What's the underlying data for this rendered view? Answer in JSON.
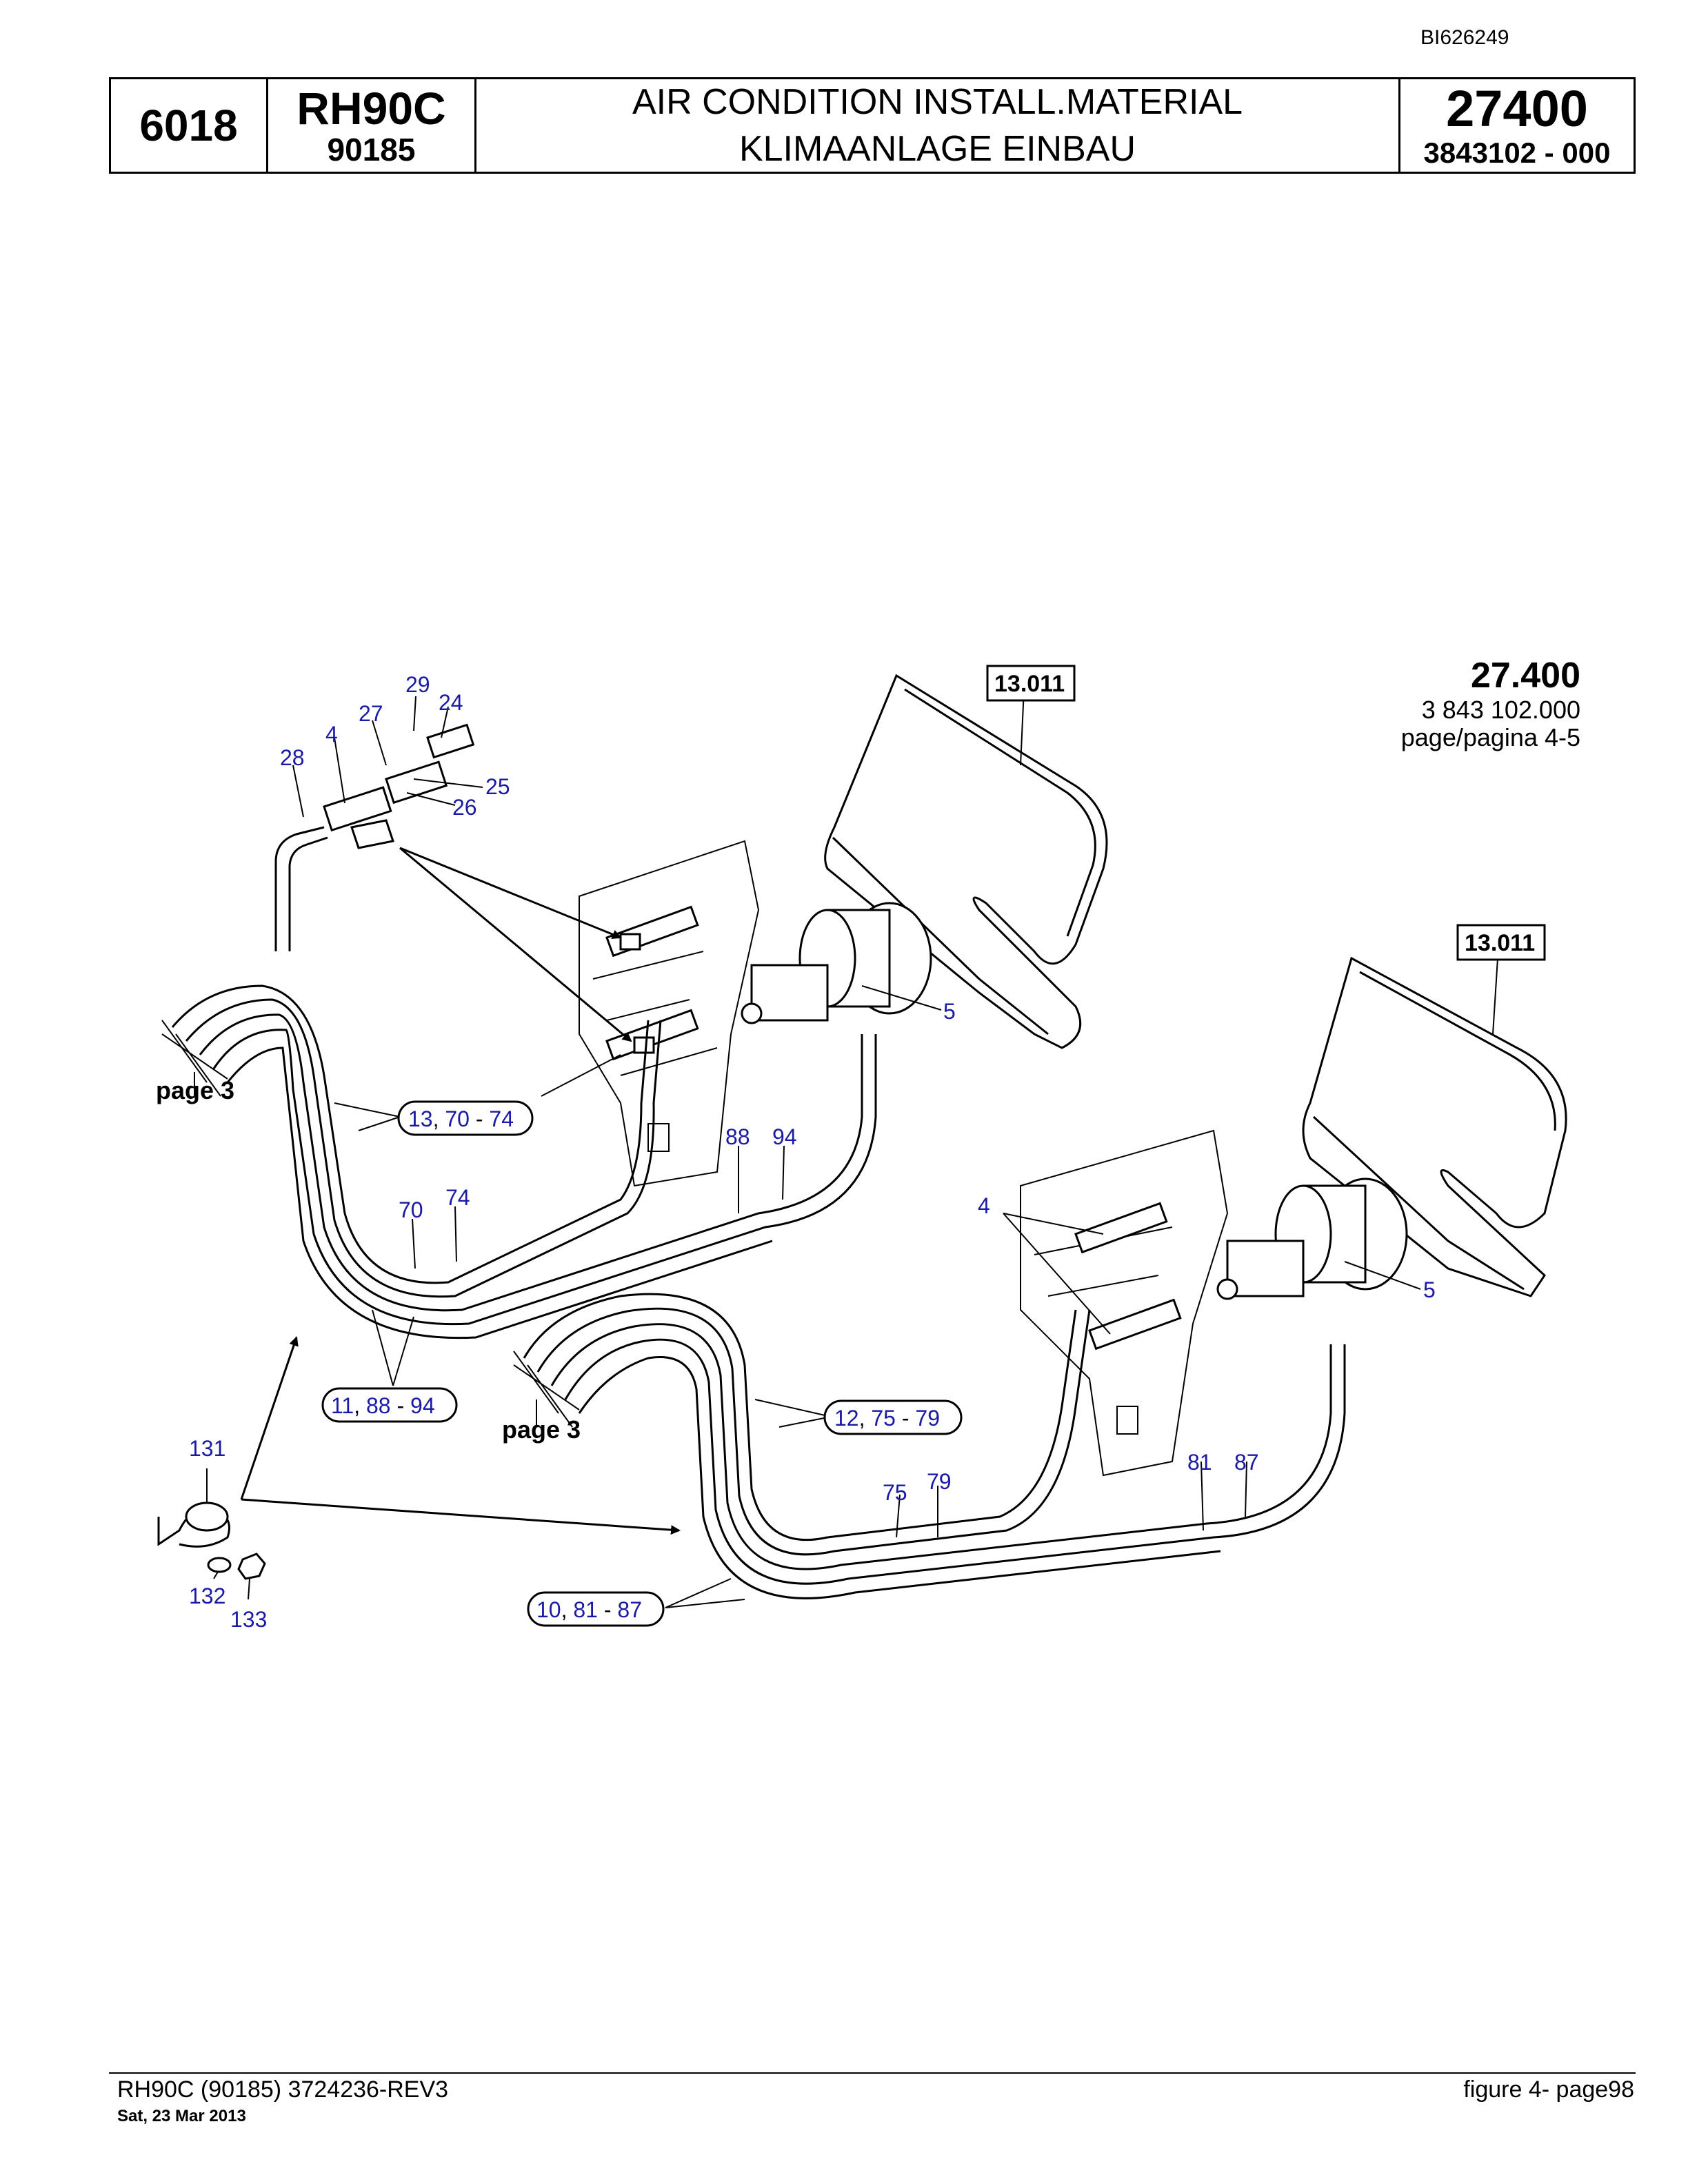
{
  "doc_id": "BI626249",
  "header": {
    "group": "6018",
    "model": "RH90C",
    "model_code": "90185",
    "title_en": "AIR CONDITION INSTALL.MATERIAL",
    "title_de": "KLIMAANLAGE EINBAU",
    "section": "27400",
    "part_no": "3843102 - 000"
  },
  "reference": {
    "section": "27.400",
    "number": "3 843 102.000",
    "page": "page/pagina 4-5"
  },
  "callouts": {
    "c29": "29",
    "c24": "24",
    "c27": "27",
    "c4a": "4",
    "c28": "28",
    "c25": "25",
    "c26": "26",
    "c5a": "5",
    "c88": "88",
    "c94": "94",
    "c70": "70",
    "c74": "74",
    "c4b": "4",
    "c5b": "5",
    "c81": "81",
    "c87": "87",
    "c75": "75",
    "c79": "79",
    "c131": "131",
    "c132": "132",
    "c133": "133"
  },
  "boxed_refs": {
    "upper": "13.011",
    "lower": "13.011"
  },
  "groups": {
    "g1": {
      "a": "13",
      "b": "70",
      "c": "74"
    },
    "g2": {
      "a": "11",
      "b": "88",
      "c": "94"
    },
    "g3": {
      "a": "12",
      "b": "75",
      "c": "79"
    },
    "g4": {
      "a": "10",
      "b": "81",
      "c": "87"
    }
  },
  "page_refs": {
    "left": "page 3",
    "right": "page 3"
  },
  "footer": {
    "doc": "RH90C (90185) 3724236-REV3",
    "date": "Sat, 23 Mar 2013",
    "page": "figure  4- page98"
  }
}
